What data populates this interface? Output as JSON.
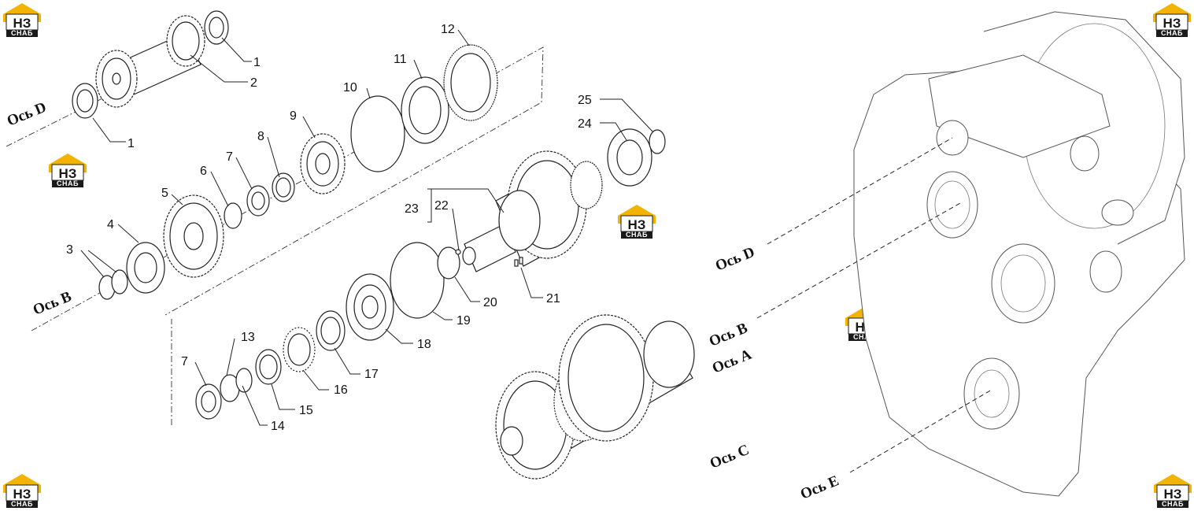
{
  "logo": {
    "mark": "НЗ",
    "caption": "СНАБ",
    "colors": {
      "accent": "#f2b400",
      "dark": "#1a1a1a",
      "plate": "#ffffff"
    }
  },
  "axes": {
    "d_left": "Ось D",
    "b_left": "Ось B",
    "d_right": "Ось D",
    "b_right": "Ось B",
    "a_right": "Ось A",
    "c_right": "Ось C",
    "e_right": "Ось E"
  },
  "callouts": {
    "c1a": "1",
    "c1b": "1",
    "c2": "2",
    "c3": "3",
    "c4": "4",
    "c5": "5",
    "c6": "6",
    "c7a": "7",
    "c7b": "7",
    "c8": "8",
    "c9": "9",
    "c10": "10",
    "c11": "11",
    "c12": "12",
    "c13": "13",
    "c14": "14",
    "c15": "15",
    "c16": "16",
    "c17": "17",
    "c18": "18",
    "c19": "19",
    "c20": "20",
    "c21": "21",
    "c22": "22",
    "c23": "23",
    "c24": "24",
    "c25": "25"
  }
}
